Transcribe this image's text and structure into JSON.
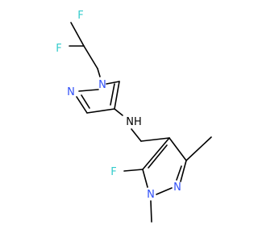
{
  "molecule": {
    "atoms": [
      {
        "label": "F",
        "color": "#33CCCC"
      },
      {
        "label": "F",
        "color": "#33CCCC"
      },
      {
        "label": "N",
        "color": "#3050F8"
      },
      {
        "label": "N",
        "color": "#3050F8"
      },
      {
        "label": "NH",
        "color": "#000000"
      },
      {
        "label": "N",
        "color": "#3050F8"
      },
      {
        "label": "N",
        "color": "#3050F8"
      },
      {
        "label": "F",
        "color": "#33CCCC"
      }
    ],
    "bond_color": "#000000"
  }
}
